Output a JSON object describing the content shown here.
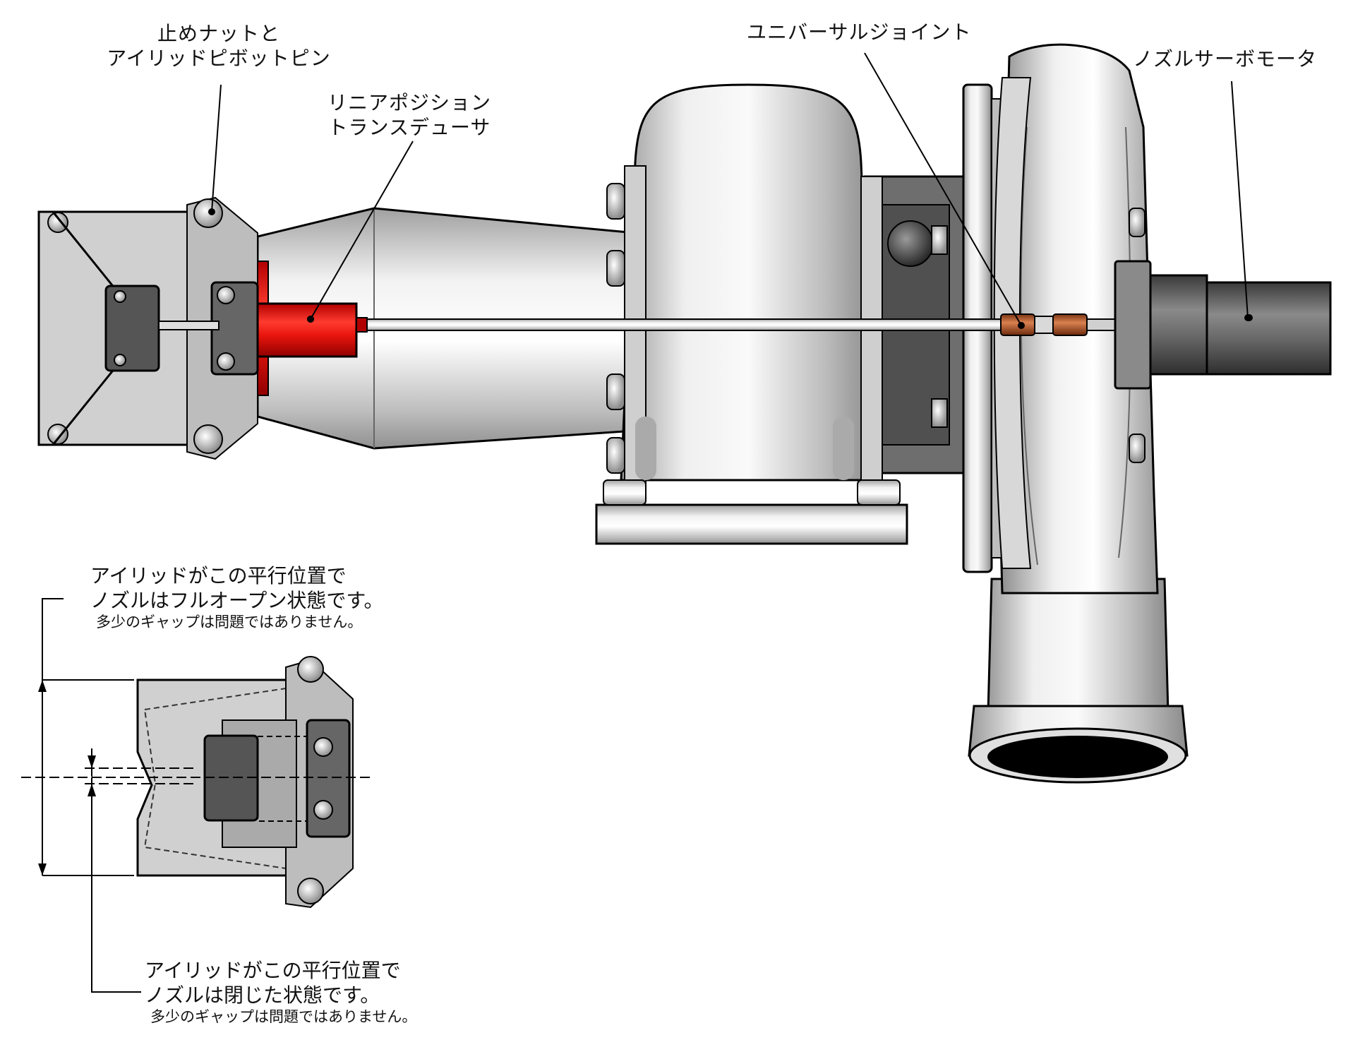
{
  "labels": {
    "stop_nut_line1": "止めナットと",
    "stop_nut_line2": "アイリッドピボットピン",
    "transducer_line1": "リニアポジション",
    "transducer_line2": "トランスデューサ",
    "universal_joint": "ユニバーサルジョイント",
    "servo_motor": "ノズルサーボモータ"
  },
  "notes": {
    "open": {
      "line1": "アイリッドがこの平行位置で",
      "line2": "ノズルはフルオープン状態です。",
      "line3": "多少のギャップは問題ではありません。"
    },
    "closed": {
      "line1": "アイリッドがこの平行位置で",
      "line2": "ノズルは閉じた状態です。",
      "line3": "多少のギャップは問題ではありません。"
    }
  },
  "colors": {
    "transducer": "#e8150e",
    "joint": "#b85a2a",
    "metal_light": "#e6e6e6",
    "metal_mid": "#bdbdbd",
    "metal_dark": "#555555",
    "outline": "#000000"
  }
}
